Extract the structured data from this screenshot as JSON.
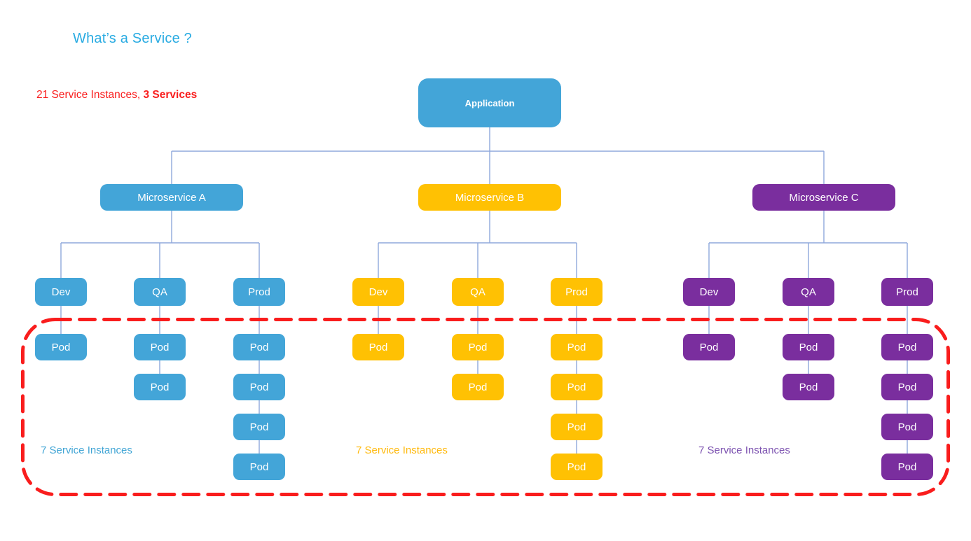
{
  "page": {
    "title": "What’s a Service ?",
    "title_color": "#29abe2"
  },
  "summary": {
    "normal": "21 Service Instances, ",
    "bold": "3 Services",
    "color": "#f91d1d"
  },
  "diagram": {
    "root_label": "Application",
    "root_color": "#43a5d8",
    "pod_label": "Pod",
    "connector_color": "#8fa8dc",
    "highlight_outline_color": "#f91d1d",
    "services": [
      {
        "name": "Microservice A",
        "color": "#43a5d8",
        "label_color": "#41a5d5",
        "instances_label": "7 Service Instances",
        "environments": [
          {
            "name": "Dev",
            "pods": 1
          },
          {
            "name": "QA",
            "pods": 2
          },
          {
            "name": "Prod",
            "pods": 4
          }
        ]
      },
      {
        "name": "Microservice B",
        "color": "#ffc103",
        "label_color": "#ffb90c",
        "instances_label": "7 Service Instances",
        "environments": [
          {
            "name": "Dev",
            "pods": 1
          },
          {
            "name": "QA",
            "pods": 2
          },
          {
            "name": "Prod",
            "pods": 4
          }
        ]
      },
      {
        "name": "Microservice C",
        "color": "#7a2e9e",
        "label_color": "#7c52b0",
        "instances_label": "7 Service Instances",
        "environments": [
          {
            "name": "Dev",
            "pods": 1
          },
          {
            "name": "QA",
            "pods": 2
          },
          {
            "name": "Prod",
            "pods": 4
          }
        ]
      }
    ]
  }
}
